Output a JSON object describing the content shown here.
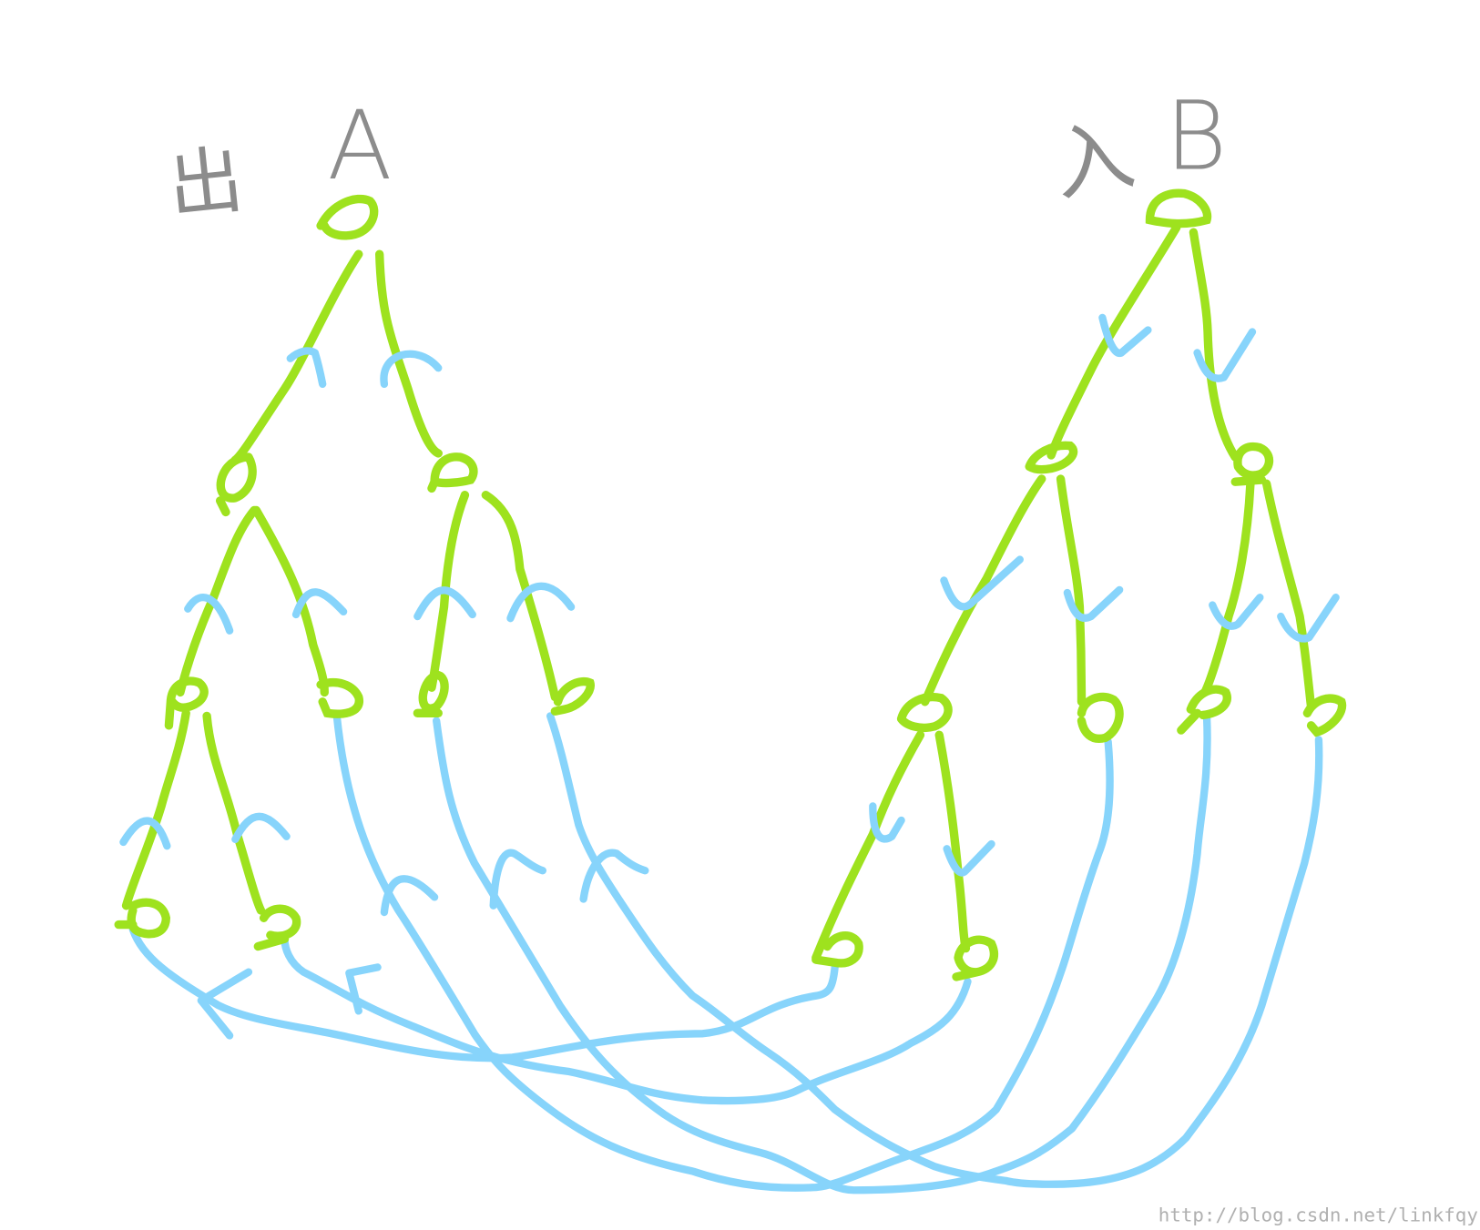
{
  "tree_a": {
    "label_chinese": "出",
    "label": "A"
  },
  "tree_b": {
    "label_chinese": "入",
    "label": "B"
  },
  "watermark": "http://blog.csdn.net/linkfqy",
  "colors": {
    "edge": "#9ee21e",
    "arrow": "#87d4fb",
    "label": "#8c8c8c",
    "watermark": "#b0b0b0",
    "background": "#ffffff"
  }
}
